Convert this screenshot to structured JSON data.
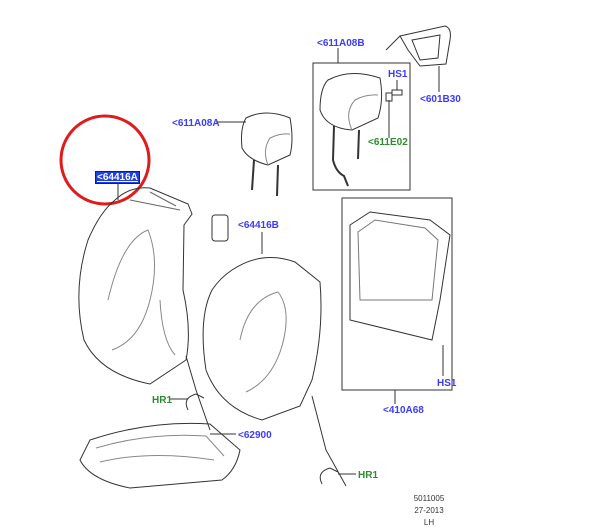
{
  "diagram": {
    "labels": {
      "headrest_rear_box": "<611A08B",
      "hs1_top": "HS1",
      "panel_top": "<601B30",
      "guide": "<611E02",
      "headrest_left": "<611A08A",
      "backrest_cover_a": "<64416A",
      "backrest_cover_b": "<64416B",
      "hr1_left": "HR1",
      "cushion_cover": "<62900",
      "hs1_bottom": "HS1",
      "back_panel": "<410A68",
      "hr1_right": "HR1"
    },
    "footer": {
      "code": "5011005",
      "date": "27-2013",
      "side": "LH"
    },
    "colors": {
      "label_blue": "#3b3bff",
      "label_green": "#2e8b2e",
      "highlight": "#1f3fe0",
      "circle": "#e01b1b"
    }
  }
}
